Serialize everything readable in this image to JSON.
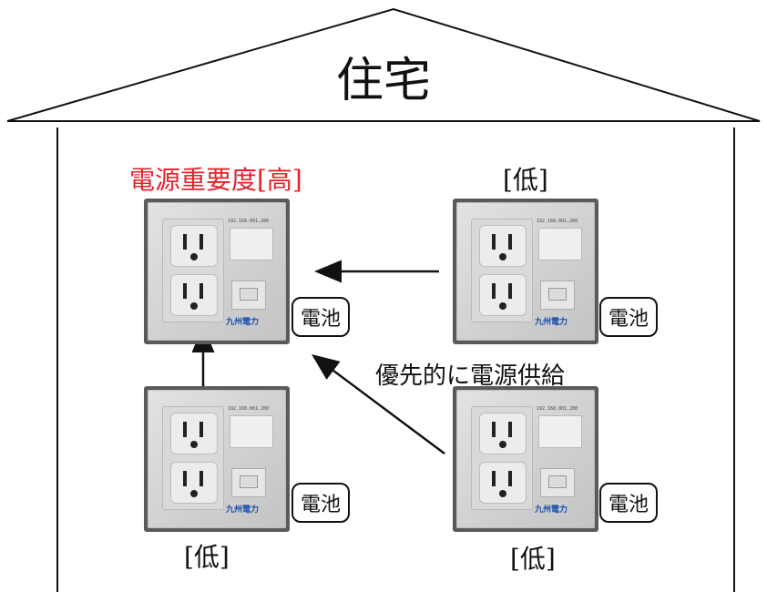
{
  "house": {
    "title": "住宅"
  },
  "outlets": {
    "top_left_label": "電源重要度[高]",
    "top_right_label": "[低]",
    "bottom_left_label": "[低]",
    "bottom_right_label": "[低]",
    "ip_text": "192.168.001.200",
    "logo_text": "九州電力"
  },
  "battery": {
    "label": "電池"
  },
  "flow": {
    "label": "優先的に電源供給"
  },
  "colors": {
    "priority_high": "#e8202a",
    "line": "#111111"
  }
}
